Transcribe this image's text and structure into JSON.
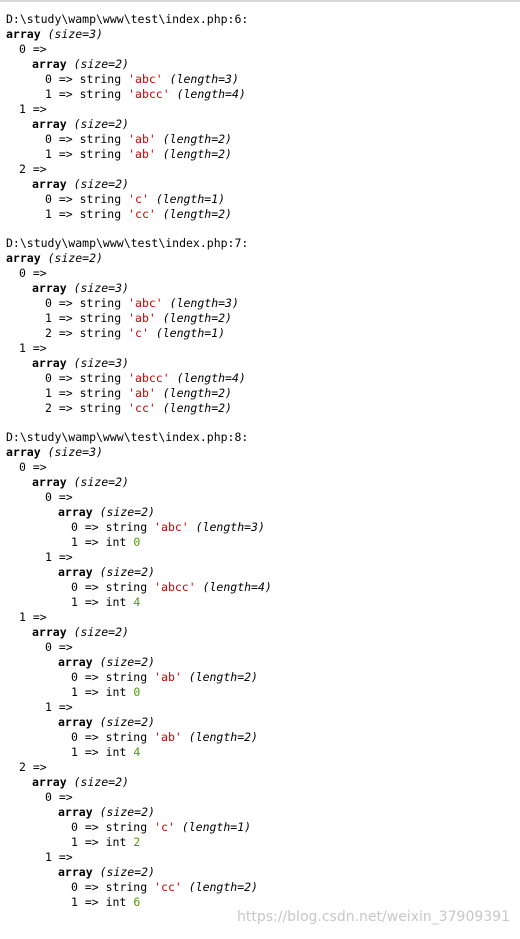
{
  "blocks": [
    {
      "path": "D:\\study\\wamp\\www\\test\\index.php:6:",
      "lines": [
        {
          "d": 0,
          "kind": "arr",
          "size": "size=3"
        },
        {
          "d": 1,
          "kind": "key",
          "k": "0"
        },
        {
          "d": 2,
          "kind": "arr",
          "size": "size=2"
        },
        {
          "d": 3,
          "kind": "str",
          "k": "0",
          "v": "abc",
          "len": "length=3"
        },
        {
          "d": 3,
          "kind": "str",
          "k": "1",
          "v": "abcc",
          "len": "length=4"
        },
        {
          "d": 1,
          "kind": "key",
          "k": "1"
        },
        {
          "d": 2,
          "kind": "arr",
          "size": "size=2"
        },
        {
          "d": 3,
          "kind": "str",
          "k": "0",
          "v": "ab",
          "len": "length=2"
        },
        {
          "d": 3,
          "kind": "str",
          "k": "1",
          "v": "ab",
          "len": "length=2"
        },
        {
          "d": 1,
          "kind": "key",
          "k": "2"
        },
        {
          "d": 2,
          "kind": "arr",
          "size": "size=2"
        },
        {
          "d": 3,
          "kind": "str",
          "k": "0",
          "v": "c",
          "len": "length=1"
        },
        {
          "d": 3,
          "kind": "str",
          "k": "1",
          "v": "cc",
          "len": "length=2"
        }
      ]
    },
    {
      "path": "D:\\study\\wamp\\www\\test\\index.php:7:",
      "lines": [
        {
          "d": 0,
          "kind": "arr",
          "size": "size=2"
        },
        {
          "d": 1,
          "kind": "key",
          "k": "0"
        },
        {
          "d": 2,
          "kind": "arr",
          "size": "size=3"
        },
        {
          "d": 3,
          "kind": "str",
          "k": "0",
          "v": "abc",
          "len": "length=3"
        },
        {
          "d": 3,
          "kind": "str",
          "k": "1",
          "v": "ab",
          "len": "length=2"
        },
        {
          "d": 3,
          "kind": "str",
          "k": "2",
          "v": "c",
          "len": "length=1"
        },
        {
          "d": 1,
          "kind": "key",
          "k": "1"
        },
        {
          "d": 2,
          "kind": "arr",
          "size": "size=3"
        },
        {
          "d": 3,
          "kind": "str",
          "k": "0",
          "v": "abcc",
          "len": "length=4"
        },
        {
          "d": 3,
          "kind": "str",
          "k": "1",
          "v": "ab",
          "len": "length=2"
        },
        {
          "d": 3,
          "kind": "str",
          "k": "2",
          "v": "cc",
          "len": "length=2"
        }
      ]
    },
    {
      "path": "D:\\study\\wamp\\www\\test\\index.php:8:",
      "lines": [
        {
          "d": 0,
          "kind": "arr",
          "size": "size=3"
        },
        {
          "d": 1,
          "kind": "key",
          "k": "0"
        },
        {
          "d": 2,
          "kind": "arr",
          "size": "size=2"
        },
        {
          "d": 3,
          "kind": "key",
          "k": "0"
        },
        {
          "d": 4,
          "kind": "arr",
          "size": "size=2"
        },
        {
          "d": 5,
          "kind": "str",
          "k": "0",
          "v": "abc",
          "len": "length=3"
        },
        {
          "d": 5,
          "kind": "int",
          "k": "1",
          "v": "0"
        },
        {
          "d": 3,
          "kind": "key",
          "k": "1"
        },
        {
          "d": 4,
          "kind": "arr",
          "size": "size=2"
        },
        {
          "d": 5,
          "kind": "str",
          "k": "0",
          "v": "abcc",
          "len": "length=4"
        },
        {
          "d": 5,
          "kind": "int",
          "k": "1",
          "v": "4"
        },
        {
          "d": 1,
          "kind": "key",
          "k": "1"
        },
        {
          "d": 2,
          "kind": "arr",
          "size": "size=2"
        },
        {
          "d": 3,
          "kind": "key",
          "k": "0"
        },
        {
          "d": 4,
          "kind": "arr",
          "size": "size=2"
        },
        {
          "d": 5,
          "kind": "str",
          "k": "0",
          "v": "ab",
          "len": "length=2"
        },
        {
          "d": 5,
          "kind": "int",
          "k": "1",
          "v": "0"
        },
        {
          "d": 3,
          "kind": "key",
          "k": "1"
        },
        {
          "d": 4,
          "kind": "arr",
          "size": "size=2"
        },
        {
          "d": 5,
          "kind": "str",
          "k": "0",
          "v": "ab",
          "len": "length=2"
        },
        {
          "d": 5,
          "kind": "int",
          "k": "1",
          "v": "4"
        },
        {
          "d": 1,
          "kind": "key",
          "k": "2"
        },
        {
          "d": 2,
          "kind": "arr",
          "size": "size=2"
        },
        {
          "d": 3,
          "kind": "key",
          "k": "0"
        },
        {
          "d": 4,
          "kind": "arr",
          "size": "size=2"
        },
        {
          "d": 5,
          "kind": "str",
          "k": "0",
          "v": "c",
          "len": "length=1"
        },
        {
          "d": 5,
          "kind": "int",
          "k": "1",
          "v": "2"
        },
        {
          "d": 3,
          "kind": "key",
          "k": "1"
        },
        {
          "d": 4,
          "kind": "arr",
          "size": "size=2"
        },
        {
          "d": 5,
          "kind": "str",
          "k": "0",
          "v": "cc",
          "len": "length=2"
        },
        {
          "d": 5,
          "kind": "int",
          "k": "1",
          "v": "6"
        }
      ]
    }
  ],
  "labels": {
    "array": "array",
    "string": "string",
    "int": "int",
    "arrow": "=>"
  },
  "colors": {
    "string_value": "#cc0000",
    "int_value": "#4e9a06"
  },
  "watermark": "https://blog.csdn.net/weixin_37909391"
}
